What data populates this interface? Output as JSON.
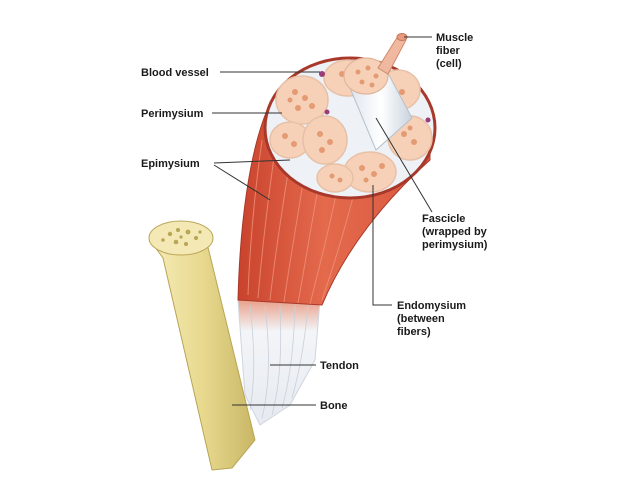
{
  "labels": {
    "muscle_fiber": [
      "Muscle",
      "fiber",
      "(cell)"
    ],
    "blood_vessel": "Blood vessel",
    "perimysium": "Perimysium",
    "epimysium": "Epimysium",
    "fascicle": [
      "Fascicle",
      "(wrapped by",
      "perimysium)"
    ],
    "endomysium": [
      "Endomysium",
      "(between",
      "fibers)"
    ],
    "tendon": "Tendon",
    "bone": "Bone"
  },
  "colors": {
    "muscle": "#d9573f",
    "muscle_dark": "#b8402c",
    "fascicle_fill": "#f6d1b8",
    "fascicle_dots": "#e49a72",
    "connective": "#eef2f7",
    "tendon": "#f3f5f8",
    "bone": "#e8d98f",
    "bone_shadow": "#c9b766",
    "line": "#333333"
  }
}
